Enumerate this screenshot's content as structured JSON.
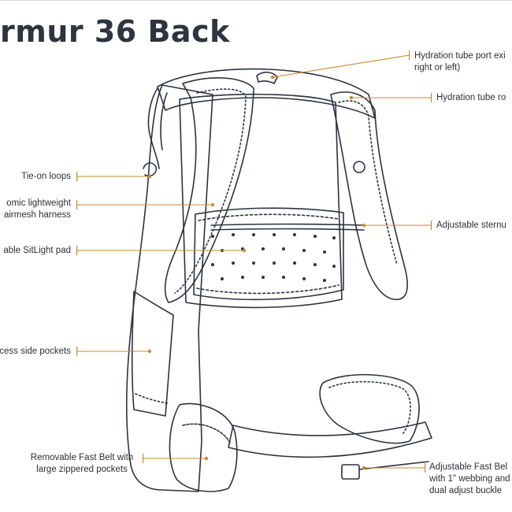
{
  "title": "rmur 36 Back",
  "colors": {
    "ink": "#2b3340",
    "leader": "#c98a2e",
    "text": "#2c2f36"
  },
  "callouts": {
    "hydration_port": [
      "Hydration tube port exi",
      "right or left)"
    ],
    "hydration_route": [
      "Hydration tube ro"
    ],
    "tie_on": [
      "Tie-on loops"
    ],
    "harness": [
      "omic lightweight",
      "airmesh harness"
    ],
    "sternum": [
      "Adjustable sternu"
    ],
    "sitlight": [
      "able SitLight pad"
    ],
    "side_pockets": [
      "cess side pockets"
    ],
    "fast_belt": [
      "Removable Fast Belt with",
      "large zippered pockets"
    ],
    "adjust_belt": [
      "Adjustable Fast Bel",
      "with 1\" webbing and",
      "dual adjust buckle"
    ]
  }
}
